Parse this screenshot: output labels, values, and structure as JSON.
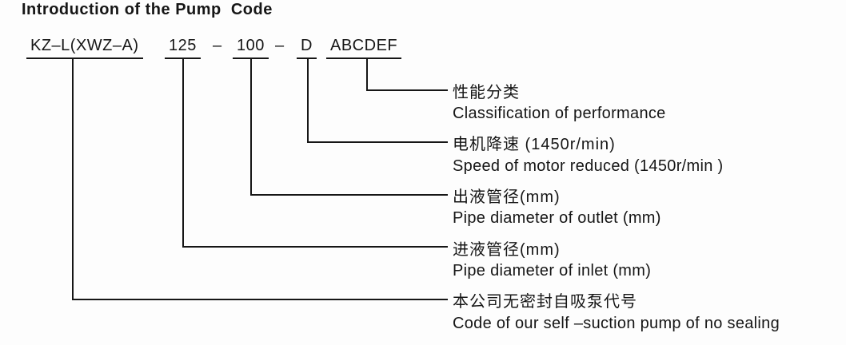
{
  "title": "Introduction of the Pump  Code",
  "code": {
    "separator": "–",
    "segments": {
      "company": "KZ–L(XWZ–A)",
      "inlet": "125",
      "outlet": "100",
      "speed": "D",
      "classification": "ABCDEF"
    }
  },
  "labels": [
    {
      "zh": "性能分类",
      "en": "Classification of performance"
    },
    {
      "zh": "电机降速 (1450r/min)",
      "en": "Speed of motor reduced (1450r/min )"
    },
    {
      "zh": "出液管径(mm)",
      "en": "Pipe diameter of outlet (mm)"
    },
    {
      "zh": "进液管径(mm)",
      "en": "Pipe diameter of inlet (mm)"
    },
    {
      "zh": "本公司无密封自吸泵代号",
      "en": "Code of our self –suction pump of no sealing"
    }
  ],
  "colors": {
    "text": "#161616",
    "line": "#161616",
    "background": "#fdfdfd"
  }
}
